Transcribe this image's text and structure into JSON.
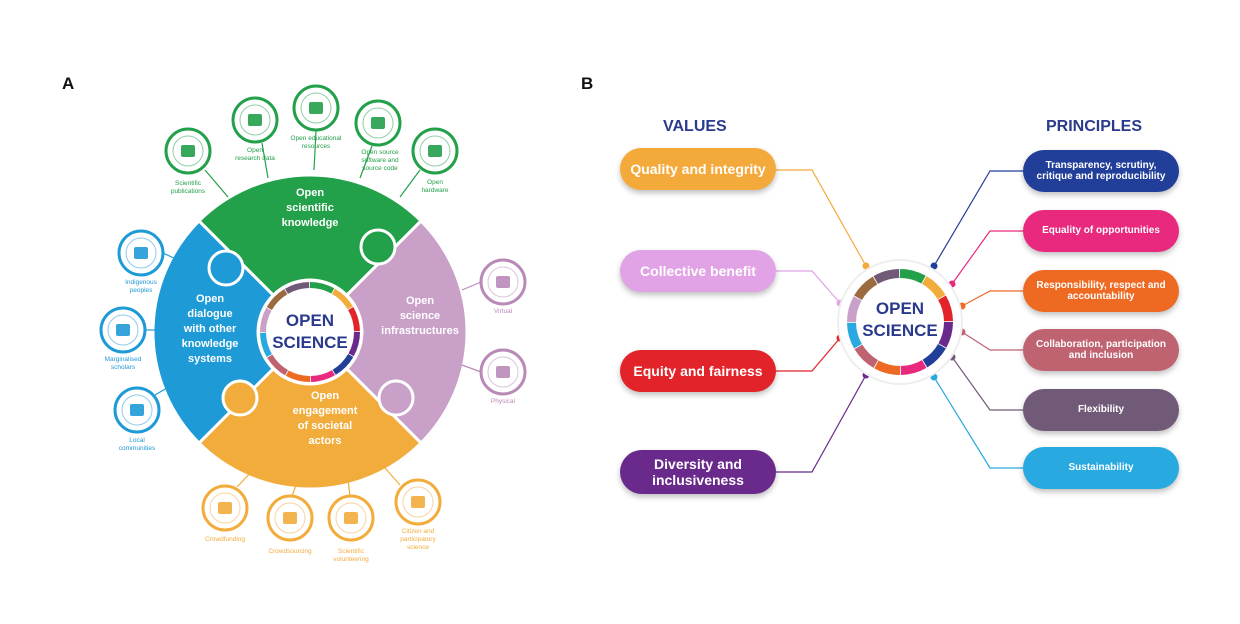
{
  "panel_a": {
    "label": "A",
    "center": {
      "line1": "OPEN",
      "line2": "SCIENCE"
    },
    "pieces": [
      {
        "name": "knowledge",
        "lines": [
          "Open",
          "scientific",
          "knowledge"
        ],
        "color": "#22a04a"
      },
      {
        "name": "infrastructures",
        "lines": [
          "Open",
          "science",
          "infrastructures"
        ],
        "color": "#c9a0c8"
      },
      {
        "name": "engagement",
        "lines": [
          "Open",
          "engagement",
          "of societal",
          "actors"
        ],
        "color": "#f2ac3c"
      },
      {
        "name": "dialogue",
        "lines": [
          "Open",
          "dialogue",
          "with other",
          "knowledge",
          "systems"
        ],
        "color": "#1e9ad6"
      }
    ],
    "items": [
      {
        "name": "scientific-publications",
        "icon": "lock-open-icon",
        "lines": [
          "Scientific",
          "publications"
        ],
        "color": "#22a04a"
      },
      {
        "name": "open-research-data",
        "icon": "bar-chart-icon",
        "lines": [
          "Open",
          "research data"
        ],
        "color": "#22a04a"
      },
      {
        "name": "open-educational-resources",
        "icon": "book-icon",
        "lines": [
          "Open educational",
          "resources"
        ],
        "color": "#22a04a"
      },
      {
        "name": "open-source-software",
        "icon": "code-icon",
        "lines": [
          "Open source",
          "software and",
          "source code"
        ],
        "color": "#22a04a"
      },
      {
        "name": "open-hardware",
        "icon": "gear-icon",
        "lines": [
          "Open",
          "hardware"
        ],
        "color": "#22a04a"
      },
      {
        "name": "virtual",
        "icon": "laptop-icon",
        "lines": [
          "Virtual"
        ],
        "color": "#b98ab8"
      },
      {
        "name": "physical",
        "icon": "telescope-icon",
        "lines": [
          "Physical"
        ],
        "color": "#b98ab8"
      },
      {
        "name": "indigenous-peoples",
        "icon": "dot-pattern-icon",
        "lines": [
          "Indigenous",
          "peoples"
        ],
        "color": "#1e9ad6"
      },
      {
        "name": "marginalised-scholars",
        "icon": "people-icon",
        "lines": [
          "Marginalised",
          "scholars"
        ],
        "color": "#1e9ad6"
      },
      {
        "name": "local-communities",
        "icon": "location-pin-icon",
        "lines": [
          "Local",
          "communities"
        ],
        "color": "#1e9ad6"
      },
      {
        "name": "crowdfunding",
        "icon": "coin-icon",
        "lines": [
          "Crowdfunding"
        ],
        "color": "#f2ac3c"
      },
      {
        "name": "crowdsourcing",
        "icon": "network-icon",
        "lines": [
          "Crowdsourcing"
        ],
        "color": "#f2ac3c"
      },
      {
        "name": "scientific-volunteering",
        "icon": "raised-hands-icon",
        "lines": [
          "Scientific",
          "volunteering"
        ],
        "color": "#f2ac3c"
      },
      {
        "name": "citizen-participatory-science",
        "icon": "group-icon",
        "lines": [
          "Citizen and",
          "participatory",
          "science"
        ],
        "color": "#f2ac3c"
      }
    ]
  },
  "panel_b": {
    "label": "B",
    "values_header": "VALUES",
    "principles_header": "PRINCIPLES",
    "center": {
      "line1": "OPEN",
      "line2": "SCIENCE"
    },
    "values": [
      {
        "label": "Quality and integrity",
        "color": "#f4aa3a"
      },
      {
        "label": "Collective benefit",
        "color": "#e2a3e6"
      },
      {
        "label": "Equity and fairness",
        "color": "#e2232a"
      },
      {
        "label": "Diversity and inclusiveness",
        "color": "#6a2a8c"
      }
    ],
    "principles": [
      {
        "label": "Transparency, scrutiny, critique and reproducibility",
        "color": "#213f99"
      },
      {
        "label": "Equality of opportunities",
        "color": "#e8297e"
      },
      {
        "label": "Responsibility, respect and accountability",
        "color": "#ee6a23"
      },
      {
        "label": "Collaboration, participation and inclusion",
        "color": "#bf6371"
      },
      {
        "label": "Flexibility",
        "color": "#715a78"
      },
      {
        "label": "Sustainability",
        "color": "#28a9df"
      }
    ]
  },
  "ring_colors": [
    "#22a04a",
    "#f2ac3c",
    "#e2232a",
    "#6a2a8c",
    "#213f99",
    "#e8297e",
    "#ee6a23",
    "#bf6371",
    "#28a9df",
    "#c9a0c8",
    "#9b6b3f",
    "#715a78"
  ]
}
